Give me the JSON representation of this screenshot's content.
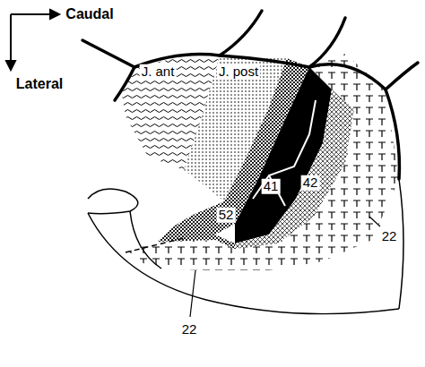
{
  "diagram": {
    "labels": [
      "Caudal",
      "Lateral",
      "J. ant",
      "J. post",
      "52",
      "41",
      "42",
      "22",
      "22"
    ]
  }
}
